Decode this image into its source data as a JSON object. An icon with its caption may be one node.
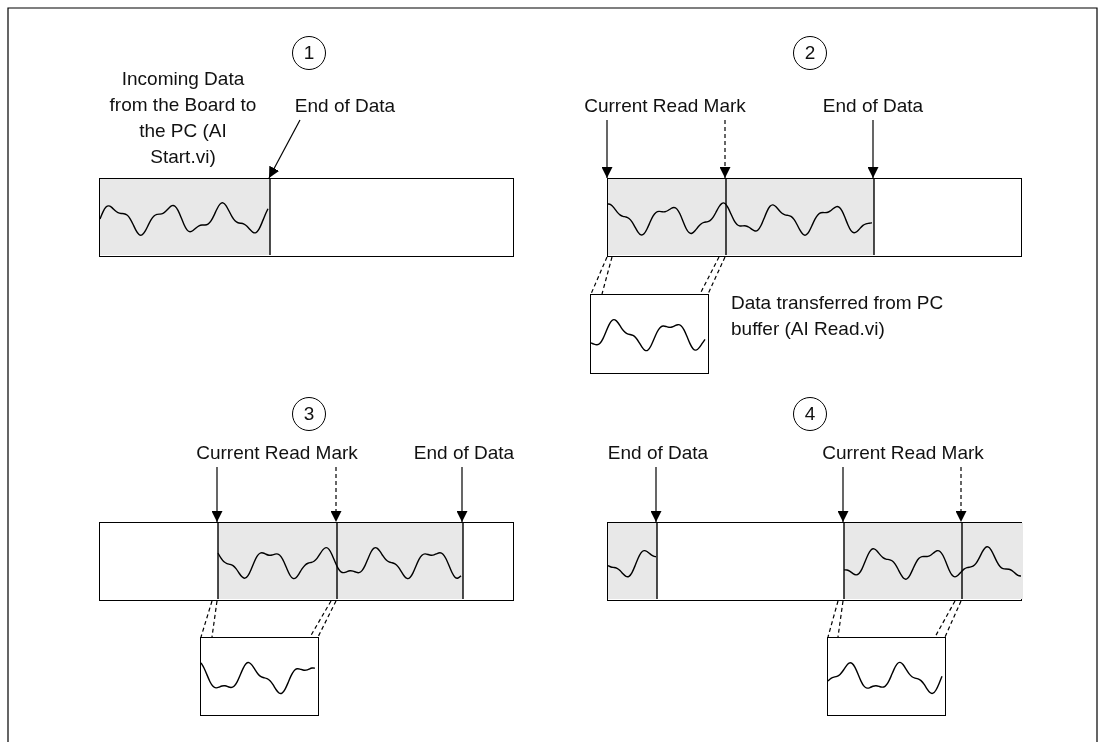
{
  "diagram": {
    "nodes": [
      {
        "text": [
          "1"
        ]
      },
      {
        "text": [
          "End of Data"
        ]
      },
      {
        "text": [],
        "shape": "bar"
      },
      {
        "text": [
          "2"
        ]
      },
      {
        "text": [
          "Current Read Mark"
        ]
      },
      {
        "text": [
          "End of Data"
        ]
      },
      {
        "text": [],
        "shape": "bar"
      },
      {
        "text": [],
        "shape": "box"
      },
      {
        "text": [
          "3"
        ]
      },
      {
        "text": [
          "Current Read Mark"
        ]
      },
      {
        "text": [
          "End of Data"
        ]
      },
      {
        "text": [],
        "shape": "bar"
      },
      {
        "text": [],
        "shape": "box"
      },
      {
        "text": [
          "4"
        ]
      },
      {
        "text": [
          "End of Data"
        ]
      },
      {
        "text": [
          "Current Read Mark"
        ]
      },
      {
        "text": [],
        "shape": "bar"
      },
      {
        "text": [],
        "shape": "box"
      }
    ],
    "edges": [
      {
        "from": 1,
        "to": 2,
        "arrow": "to"
      },
      {
        "from": 4,
        "to": 6,
        "arrow": "to"
      },
      {
        "from": 4,
        "to": 6,
        "arrow": "to",
        "style": "dashed"
      },
      {
        "from": 5,
        "to": 6,
        "arrow": "to"
      },
      {
        "from": 6,
        "to": 7,
        "arrow": "none",
        "style": "dashed"
      },
      {
        "from": 6,
        "to": 7,
        "arrow": "none",
        "style": "dashed"
      },
      {
        "from": 6,
        "to": 7,
        "arrow": "none",
        "style": "dashed"
      },
      {
        "from": 6,
        "to": 7,
        "arrow": "none",
        "style": "dashed"
      },
      {
        "from": 9,
        "to": 11,
        "arrow": "to"
      },
      {
        "from": 9,
        "to": 11,
        "arrow": "to",
        "style": "dashed"
      },
      {
        "from": 10,
        "to": 11,
        "arrow": "to"
      },
      {
        "from": 11,
        "to": 12,
        "arrow": "none",
        "style": "dashed"
      },
      {
        "from": 11,
        "to": 12,
        "arrow": "none",
        "style": "dashed"
      },
      {
        "from": 11,
        "to": 12,
        "arrow": "none",
        "style": "dashed"
      },
      {
        "from": 11,
        "to": 12,
        "arrow": "none",
        "style": "dashed"
      },
      {
        "from": 14,
        "to": 16,
        "arrow": "to"
      },
      {
        "from": 15,
        "to": 16,
        "arrow": "to"
      },
      {
        "from": 15,
        "to": 16,
        "arrow": "to",
        "style": "dashed"
      },
      {
        "from": 16,
        "to": 17,
        "arrow": "none",
        "style": "dashed"
      },
      {
        "from": 16,
        "to": 17,
        "arrow": "none",
        "style": "dashed"
      },
      {
        "from": 16,
        "to": 17,
        "arrow": "none",
        "style": "dashed"
      },
      {
        "from": 16,
        "to": 17,
        "arrow": "none",
        "style": "dashed"
      }
    ],
    "labels": [
      "Incoming Data from the Board to the PC (AI Start.vi)",
      "Data transferred from PC buffer (AI Read.vi)"
    ]
  }
}
